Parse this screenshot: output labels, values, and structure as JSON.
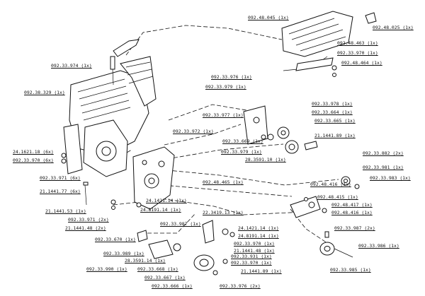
{
  "labels": {
    "lbl_01": "092.48.045 (1x)",
    "lbl_02": "092.48.025 (1x)",
    "lbl_03": "092.48.463 (1x)",
    "lbl_04": "092.33.970 (1x)",
    "lbl_05": "092.48.464 (1x)",
    "lbl_06": "092.33.974 (1x)",
    "lbl_07": "092.38.329 (1x)",
    "lbl_08": "092.33.976 (1x)",
    "lbl_09": "092.33.979 (1x)",
    "lbl_10": "092.33.978 (1x)",
    "lbl_11": "092.33.664 (1x)",
    "lbl_12": "092.33.977 (1x)",
    "lbl_13": "092.33.665 (1x)",
    "lbl_14": "092.33.972 (1x)",
    "lbl_15": "21.1441.89 (1x)",
    "lbl_16": "092.33.669 (1x)",
    "lbl_17": "092.33.979 (1x)",
    "lbl_18": "28.3591.10 (1x)",
    "lbl_19": "24.1621.18 (6x)",
    "lbl_20": "092.33.970 (6x)",
    "lbl_21": "092.33.882 (2x)",
    "lbl_22": "092.33.981 (1x)",
    "lbl_23": "092.33.971 (6x)",
    "lbl_24": "092.48.465 (1x)",
    "lbl_25": "092.33.983 (1x)",
    "lbl_26": "21.1441.77 (6x)",
    "lbl_27": "092.48.416 (1x)",
    "lbl_28": "092.48.415 (1x)",
    "lbl_29": "24.1421.14 (1x)",
    "lbl_30": "092.48.417 (1x)",
    "lbl_31": "092.48.416 (1x)",
    "lbl_32": "21.1441.53 (1x)",
    "lbl_33": "24.8191.14 (1x)",
    "lbl_34": "092.33.971 (2x)",
    "lbl_35": "22.3419.13 (1x)",
    "lbl_36": "21.1441.48 (2x)",
    "lbl_37": "092.33.987 (1x)",
    "lbl_38": "24.1421.14 (1x)",
    "lbl_39": "24.8191.14 (1x)",
    "lbl_40": "092.33.987 (2x)",
    "lbl_41": "092.33.670 (1x)",
    "lbl_42": "092.33.970 (1x)",
    "lbl_43": "21.1441.48 (1x)",
    "lbl_44": "092.33.931 (1x)",
    "lbl_45": "092.33.986 (1x)",
    "lbl_46": "092.33.989 (1x)",
    "lbl_47": "092.33.970 (1x)",
    "lbl_48": "28.3591.14 (1x)",
    "lbl_49": "092.33.990 (1x)",
    "lbl_50": "092.33.668 (1x)",
    "lbl_51": "21.1441.89 (1x)",
    "lbl_52": "092.33.985 (1x)",
    "lbl_53": "092.33.667 (1x)",
    "lbl_54": "092.33.666 (1x)",
    "lbl_55": "092.33.976 (2x)"
  }
}
